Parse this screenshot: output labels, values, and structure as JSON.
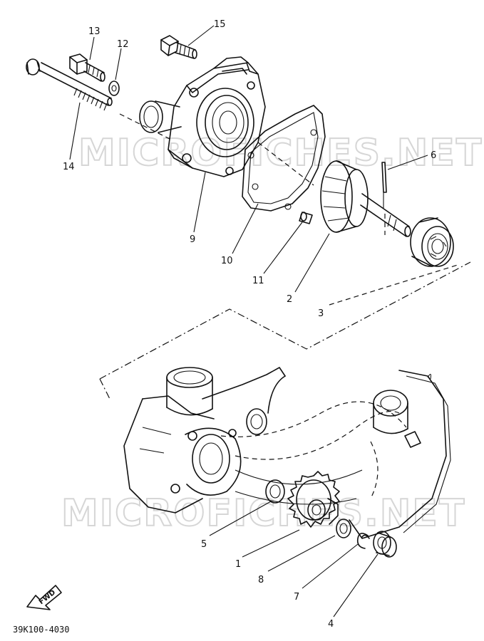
{
  "watermark": {
    "top": "MICROFICHES.NET",
    "bottom": "MICROFICHES.NET"
  },
  "part_number": "39K100-4030",
  "fwd_label": "FWD",
  "callouts": {
    "c1": "1",
    "c2": "2",
    "c3": "3",
    "c4": "4",
    "c5": "5",
    "c6": "6",
    "c7": "7",
    "c8": "8",
    "c9": "9",
    "c10": "10",
    "c11": "11",
    "c12": "12",
    "c13": "13",
    "c14": "14",
    "c15": "15"
  }
}
